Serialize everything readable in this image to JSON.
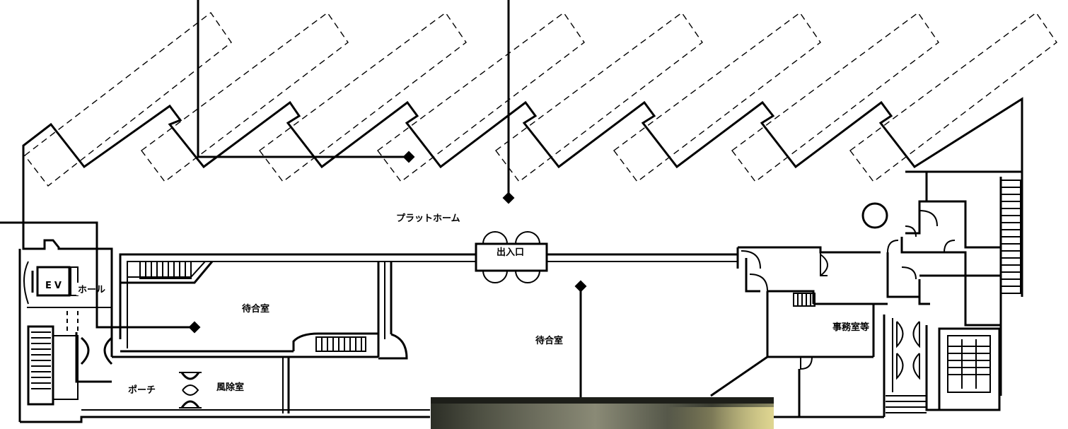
{
  "labels": {
    "platform": "プラットホーム",
    "exit": "出入口",
    "waiting_room_1": "待合室",
    "waiting_room_2": "待合室",
    "office": "事務室等",
    "porch": "ポーチ",
    "windbreak_room": "風除室",
    "ev": "EV",
    "hall": "ホール"
  },
  "photo": {
    "description_free": true
  }
}
